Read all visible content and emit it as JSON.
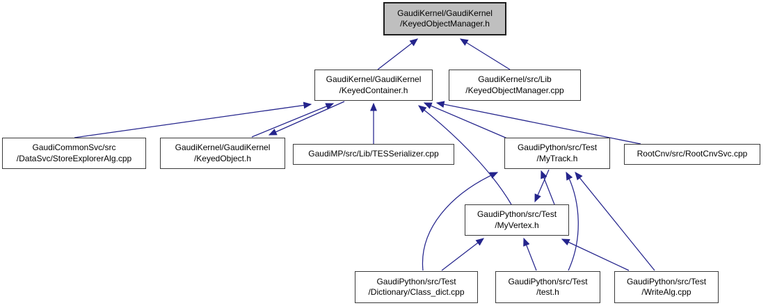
{
  "diagram_type": "include-dependency-graph",
  "colors": {
    "edge": "#24248c",
    "node_fill": "#ffffff",
    "node_border": "#3a3a3a",
    "highlight_fill": "#bfbfbf",
    "background": "#ffffff"
  },
  "nodes": [
    {
      "id": "keyedobjectmanager-h",
      "highlighted": true,
      "lines": [
        "GaudiKernel/GaudiKernel",
        "/KeyedObjectManager.h"
      ]
    },
    {
      "id": "keyedcontainer-h",
      "highlighted": false,
      "lines": [
        "GaudiKernel/GaudiKernel",
        "/KeyedContainer.h"
      ]
    },
    {
      "id": "keyedobjectmanager-cpp",
      "highlighted": false,
      "lines": [
        "GaudiKernel/src/Lib",
        "/KeyedObjectManager.cpp"
      ]
    },
    {
      "id": "storeexploreralg-cpp",
      "highlighted": false,
      "lines": [
        "GaudiCommonSvc/src",
        "/DataSvc/StoreExplorerAlg.cpp"
      ]
    },
    {
      "id": "keyedobject-h",
      "highlighted": false,
      "lines": [
        "GaudiKernel/GaudiKernel",
        "/KeyedObject.h"
      ]
    },
    {
      "id": "tesserializer-cpp",
      "highlighted": false,
      "lines": [
        "GaudiMP/src/Lib/TESSerializer.cpp"
      ]
    },
    {
      "id": "mytrack-h",
      "highlighted": false,
      "lines": [
        "GaudiPython/src/Test",
        "/MyTrack.h"
      ]
    },
    {
      "id": "rootcnvsvc-cpp",
      "highlighted": false,
      "lines": [
        "RootCnv/src/RootCnvSvc.cpp"
      ]
    },
    {
      "id": "myvertex-h",
      "highlighted": false,
      "lines": [
        "GaudiPython/src/Test",
        "/MyVertex.h"
      ]
    },
    {
      "id": "classdict-cpp",
      "highlighted": false,
      "lines": [
        "GaudiPython/src/Test",
        "/Dictionary/Class_dict.cpp"
      ]
    },
    {
      "id": "test-h",
      "highlighted": false,
      "lines": [
        "GaudiPython/src/Test",
        "/test.h"
      ]
    },
    {
      "id": "writealg-cpp",
      "highlighted": false,
      "lines": [
        "GaudiPython/src/Test",
        "/WriteAlg.cpp"
      ]
    }
  ],
  "edges": [
    {
      "from": "keyedcontainer-h",
      "to": "keyedobjectmanager-h"
    },
    {
      "from": "keyedobjectmanager-cpp",
      "to": "keyedobjectmanager-h"
    },
    {
      "from": "storeexploreralg-cpp",
      "to": "keyedcontainer-h"
    },
    {
      "from": "keyedobject-h",
      "to": "keyedcontainer-h"
    },
    {
      "from": "keyedcontainer-h",
      "to": "keyedobject-h"
    },
    {
      "from": "tesserializer-cpp",
      "to": "keyedcontainer-h"
    },
    {
      "from": "mytrack-h",
      "to": "keyedcontainer-h"
    },
    {
      "from": "myvertex-h",
      "to": "keyedcontainer-h"
    },
    {
      "from": "rootcnvsvc-cpp",
      "to": "keyedcontainer-h"
    },
    {
      "from": "myvertex-h",
      "to": "mytrack-h"
    },
    {
      "from": "mytrack-h",
      "to": "myvertex-h"
    },
    {
      "from": "classdict-cpp",
      "to": "mytrack-h"
    },
    {
      "from": "classdict-cpp",
      "to": "myvertex-h"
    },
    {
      "from": "test-h",
      "to": "myvertex-h"
    },
    {
      "from": "test-h",
      "to": "mytrack-h"
    },
    {
      "from": "writealg-cpp",
      "to": "myvertex-h"
    },
    {
      "from": "writealg-cpp",
      "to": "mytrack-h"
    }
  ]
}
